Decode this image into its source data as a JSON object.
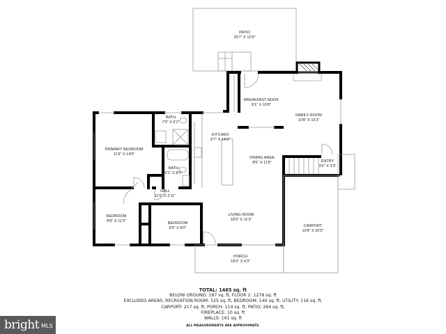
{
  "rooms": {
    "patio": {
      "name": "PATIO",
      "dims": "20'7\" X 12'9\""
    },
    "breakfast_nook": {
      "name": "BREAKFAST NOOK",
      "dims": "8'1\" X 10'8\""
    },
    "family_room": {
      "name": "FAMILY ROOM",
      "dims": "10'8\" X 16'3\""
    },
    "bath_1": {
      "name": "BATH",
      "dims": "7'0\" X 6'1\""
    },
    "kitchen": {
      "name": "KITCHEN",
      "dims": "9'7\" X 14'9\""
    },
    "primary_bedroom": {
      "name": "PRIMARY BEDROOM",
      "dims": "11'9\" X 14'5\""
    },
    "dining_area": {
      "name": "DINING AREA",
      "dims": "8'5\" X 11'8\""
    },
    "entry": {
      "name": "ENTRY",
      "dims": "3'6\" X 3'3\""
    },
    "bath_2": {
      "name": "BATH",
      "dims": "5'1\" X 8'0\""
    },
    "hall": {
      "name": "HALL",
      "dims": "11'6\" X 2'11\""
    },
    "bedroom_1": {
      "name": "BEDROOM",
      "dims": "8'8\" X 11'3\""
    },
    "bedroom_2": {
      "name": "BEDROOM",
      "dims": "9'9\" X 8'0\""
    },
    "living_room": {
      "name": "LIVING ROOM",
      "dims": "18'0\" X 11'3\""
    },
    "carport": {
      "name": "CARPORT",
      "dims": "10'8\" X 20'5\""
    },
    "porch": {
      "name": "PORCH",
      "dims": "18'3\" X 6'3\""
    }
  },
  "summary": {
    "total": "TOTAL: 1465 sq. ft",
    "line1": "BELOW GROUND: 187 sq. ft, FLOOR 2: 1278 sq. ft",
    "line2": "EXCLUDED AREAS: RECREATION ROOM: 525 sq. ft, BEDROOM: 140 sq. ft, UTILITY: 116 sq. ft,",
    "line3": "CARPORT: 217 sq. ft, PORCH: 114 sq. ft, PATIO: 264 sq. ft,",
    "line4": "FIREPLACE: 10 sq. ft",
    "line5": "WALLS: 161 sq. ft",
    "note": "ALL MEASUREMENTS ARE APPROXIMATE."
  },
  "logo": {
    "brand": "bright",
    "suffix": "MLS",
    "color": "#5a5a5a"
  }
}
